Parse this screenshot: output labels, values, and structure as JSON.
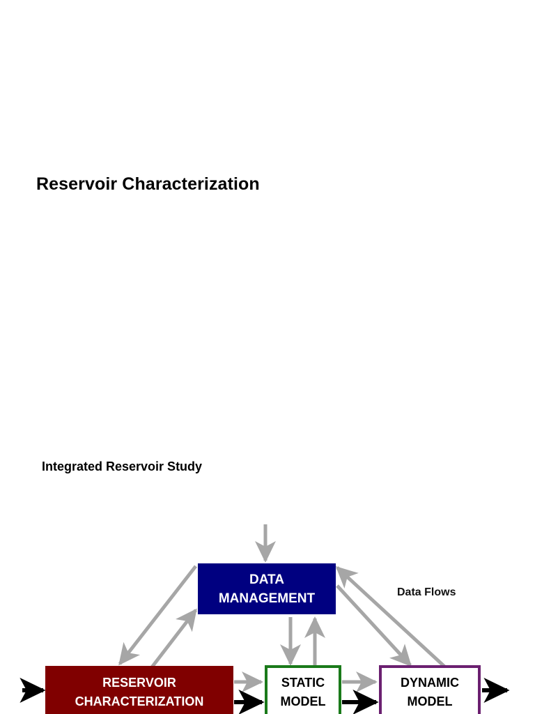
{
  "slide": {
    "title": "Reservoir Characterization",
    "section_title": "Integrated Reservoir Study"
  },
  "diagram": {
    "legend_label": "Data Flows",
    "nodes": [
      {
        "id": "data-management",
        "line1": "DATA",
        "line2": "MANAGEMENT",
        "fill": "#000080",
        "stroke": "#000080",
        "text_color": "#FFFFFF"
      },
      {
        "id": "reservoir-characterization",
        "line1": "RESERVOIR",
        "line2": "CHARACTERIZATION",
        "fill": "#800000",
        "stroke": "#800000",
        "text_color": "#FFFFFF"
      },
      {
        "id": "static-model",
        "line1": "STATIC",
        "line2": "MODEL",
        "fill": "#FFFFFF",
        "stroke": "#1A7A1A",
        "text_color": "#000000"
      },
      {
        "id": "dynamic-model",
        "line1": "DYNAMIC",
        "line2": "MODEL",
        "fill": "#FFFFFF",
        "stroke": "#6B2070",
        "text_color": "#000000"
      }
    ],
    "colors": {
      "data_flow_arrow": "#A6A6A6",
      "process_arrow": "#000000"
    }
  },
  "chart_data": {
    "type": "diagram",
    "title": "Integrated Reservoir Study",
    "nodes": [
      {
        "id": "data-management",
        "label": "DATA MANAGEMENT"
      },
      {
        "id": "reservoir-characterization",
        "label": "RESERVOIR CHARACTERIZATION"
      },
      {
        "id": "static-model",
        "label": "STATIC MODEL"
      },
      {
        "id": "dynamic-model",
        "label": "DYNAMIC MODEL"
      }
    ],
    "edges": [
      {
        "from": "external",
        "to": "data-management",
        "style": "data-flow"
      },
      {
        "from": "data-management",
        "to": "reservoir-characterization",
        "style": "data-flow"
      },
      {
        "from": "reservoir-characterization",
        "to": "data-management",
        "style": "data-flow"
      },
      {
        "from": "data-management",
        "to": "static-model",
        "style": "data-flow"
      },
      {
        "from": "static-model",
        "to": "data-management",
        "style": "data-flow"
      },
      {
        "from": "data-management",
        "to": "dynamic-model",
        "style": "data-flow"
      },
      {
        "from": "dynamic-model",
        "to": "data-management",
        "style": "data-flow"
      },
      {
        "from": "external",
        "to": "reservoir-characterization",
        "style": "process"
      },
      {
        "from": "reservoir-characterization",
        "to": "static-model",
        "style": "data-flow"
      },
      {
        "from": "reservoir-characterization",
        "to": "static-model",
        "style": "process"
      },
      {
        "from": "static-model",
        "to": "dynamic-model",
        "style": "data-flow"
      },
      {
        "from": "static-model",
        "to": "dynamic-model",
        "style": "process"
      },
      {
        "from": "dynamic-model",
        "to": "external",
        "style": "process"
      }
    ],
    "legend": [
      "Data Flows"
    ]
  }
}
